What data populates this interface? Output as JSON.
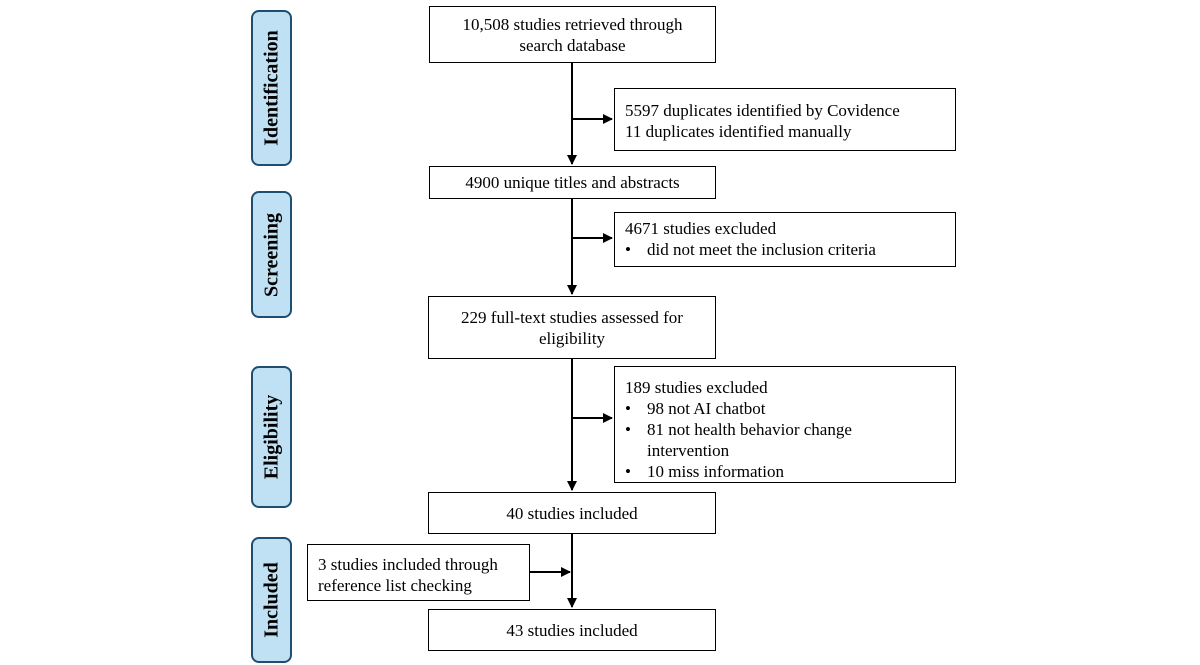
{
  "phases": {
    "identification": "Identification",
    "screening": "Screening",
    "eligibility": "Eligibility",
    "included": "Included"
  },
  "boxes": {
    "retrieved": {
      "line1": "10,508 studies retrieved through",
      "line2": "search database"
    },
    "duplicates": {
      "line1": "5597 duplicates identified by Covidence",
      "line2": "11 duplicates identified manually"
    },
    "unique": {
      "text": "4900 unique titles and abstracts"
    },
    "screen_excluded": {
      "heading": "4671 studies excluded",
      "bullets": [
        "did not meet the inclusion criteria"
      ]
    },
    "fulltext": {
      "line1": "229 full-text studies assessed for",
      "line2": "eligibility"
    },
    "elig_excluded": {
      "heading": "189 studies excluded",
      "b1": "98 not AI chatbot",
      "b2_line1": "81 not health behavior change",
      "b2_line2": "intervention",
      "b3": "10 miss information"
    },
    "included_40": {
      "text": "40 studies included"
    },
    "reference": {
      "line1": "3 studies included through",
      "line2": "reference list checking"
    },
    "included_43": {
      "text": "43 studies included"
    }
  }
}
